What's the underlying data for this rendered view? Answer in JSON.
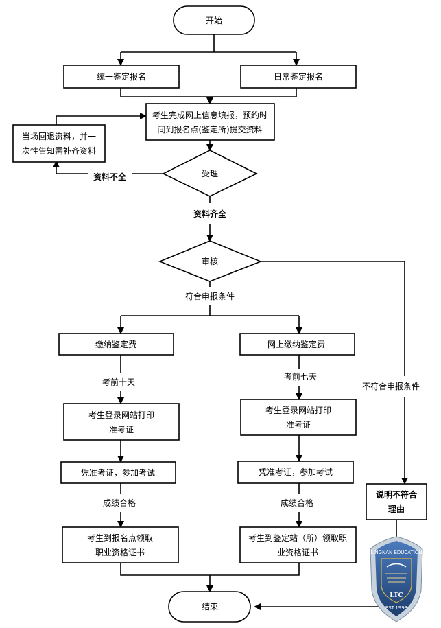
{
  "nodes": {
    "start": "开始",
    "unified_registration": "统一鉴定报名",
    "daily_registration": "日常鉴定报名",
    "online_fill_line1": "考生完成网上信息填报，预约时",
    "online_fill_line2": "间到报名点(鉴定所)提交资料",
    "return_docs_line1": "当场回退资料，并一",
    "return_docs_line2": "次性告知需补齐资料",
    "accept": "受理",
    "review": "审核",
    "pay_fee": "缴纳鉴定费",
    "pay_fee_online": "网上缴纳鉴定费",
    "print_ticket_left_line1": "考生登录网站打印",
    "print_ticket_left_line2": "准考证",
    "print_ticket_right_line1": "考生登录网站打印",
    "print_ticket_right_line2": "准考证",
    "attend_exam_left": "凭准考证，参加考试",
    "attend_exam_right": "凭准考证，参加考试",
    "collect_cert_left_line1": "考生到报名点领取",
    "collect_cert_left_line2": "职业资格证书",
    "collect_cert_right_line1": "考生到鉴定站（所）领取职",
    "collect_cert_right_line2": "业资格证书",
    "explain_reason_line1": "说明不符合",
    "explain_reason_line2": "理由",
    "end": "结束"
  },
  "edge_labels": {
    "docs_incomplete": "资料不全",
    "docs_complete": "资料齐全",
    "meets_conditions": "符合申报条件",
    "ten_days_before": "考前十天",
    "seven_days_before": "考前七天",
    "passed_left": "成绩合格",
    "passed_right": "成绩合格",
    "not_meet_conditions": "不符合申报条件"
  },
  "logo": {
    "text_top": "LINGNAN EDUCATION",
    "text_mid": "LTC",
    "text_bottom": "EST.1993",
    "colors": {
      "shield": "#2f5f9e",
      "rim": "#c9d3de",
      "gold": "#d9b44a"
    }
  }
}
